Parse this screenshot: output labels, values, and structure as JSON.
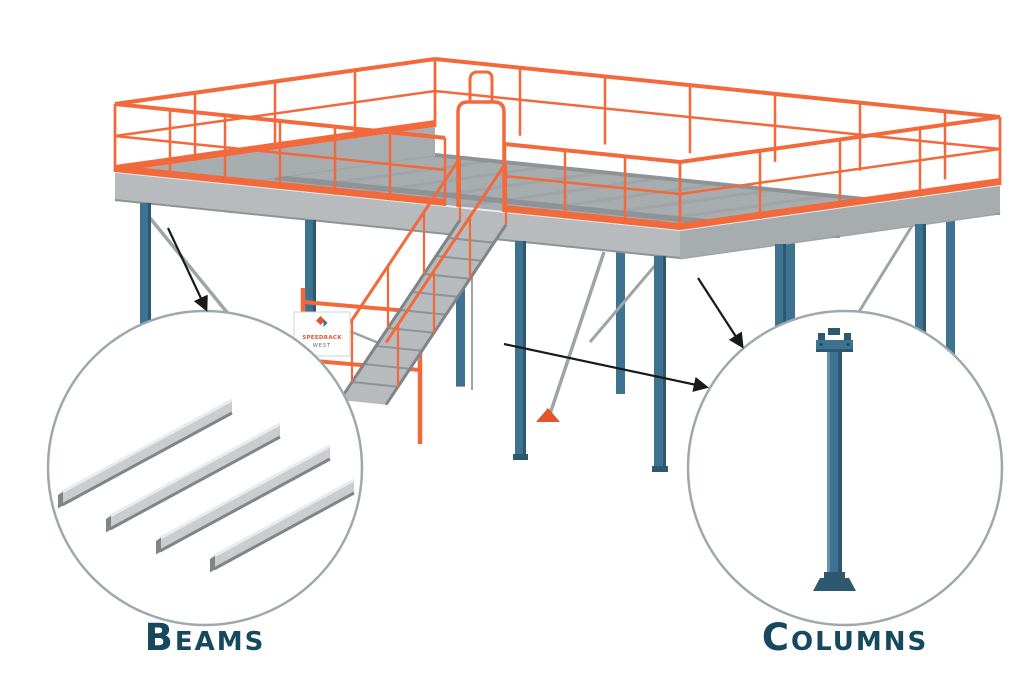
{
  "callouts": {
    "beams": {
      "label": "Beams"
    },
    "columns": {
      "label": "Columns"
    }
  },
  "sign": {
    "line1": "SPEEDRACK",
    "line2": "WEST"
  },
  "colors": {
    "orange": "#F2693C",
    "orange_deep": "#E2542C",
    "steel_blue": "#3E7291",
    "steel_blue_dark": "#2E5770",
    "steel_blue_light": "#6391AE",
    "deck_gray": "#B7BBBE",
    "deck_gray_dark": "#A7ACAF",
    "girder_gray": "#8E9396",
    "joist_gray": "#9FA4A8",
    "beam_light": "#C9CDD0",
    "beam_highlight": "#E9EBEC",
    "beam_shadow": "#7F8589",
    "circle_border": "#9EA8AD",
    "label_teal": "#16495E",
    "arrow": "#1A1A1A",
    "sign_text_gray": "#5A6A72"
  }
}
